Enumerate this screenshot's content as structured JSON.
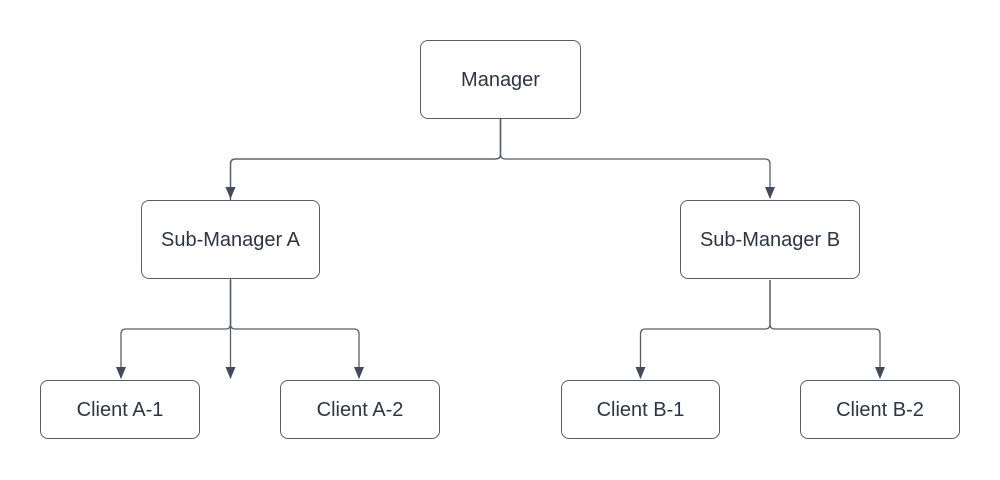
{
  "theme": {
    "background": "#ffffff",
    "node_fill": "#ffffff",
    "node_border": "#565d6b",
    "node_text": "#2d3442",
    "connector": "#565d6b",
    "arrowhead": "#434a59"
  },
  "nodes": {
    "manager": {
      "label": "Manager"
    },
    "sub_manager_a": {
      "label": "Sub-Manager A"
    },
    "sub_manager_b": {
      "label": "Sub-Manager B"
    },
    "client_a1": {
      "label": "Client A-1"
    },
    "client_a2": {
      "label": "Client A-2"
    },
    "client_b1": {
      "label": "Client B-1"
    },
    "client_b2": {
      "label": "Client B-2"
    }
  },
  "edges": [
    {
      "from": "Manager",
      "to": "Sub-Manager A"
    },
    {
      "from": "Manager",
      "to": "Sub-Manager B"
    },
    {
      "from": "Sub-Manager A",
      "to": "Client A-1"
    },
    {
      "from": "Sub-Manager A",
      "to": "Client A-2"
    },
    {
      "from": "Sub-Manager B",
      "to": "Client B-1"
    },
    {
      "from": "Sub-Manager B",
      "to": "Client B-2"
    }
  ]
}
